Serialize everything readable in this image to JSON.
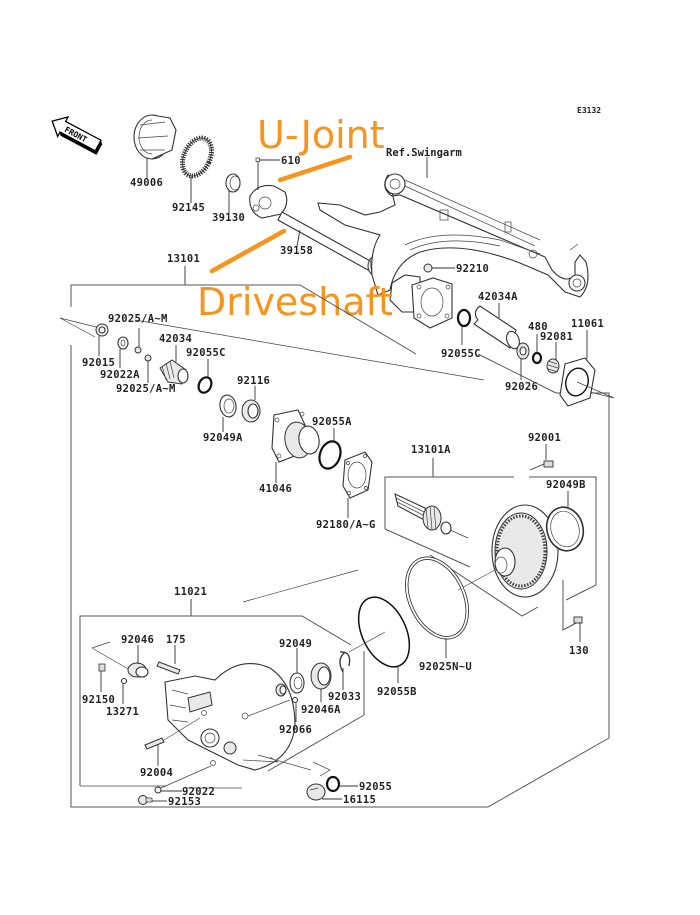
{
  "diagram": {
    "code": "E3132",
    "front_arrow_label": "FRONT",
    "reference_label": "Ref.Swingarm",
    "annotations": {
      "ujoint": "U-Joint",
      "driveshaft": "Driveshaft",
      "color": "#F7941D"
    },
    "parts": {
      "p49006": "49006",
      "p92145": "92145",
      "p39130": "39130",
      "p610": "610",
      "p39158": "39158",
      "p13101": "13101",
      "p92210": "92210",
      "p42034A": "42034A",
      "p480": "480",
      "p11061": "11061",
      "p92081": "92081",
      "p92055C_r": "92055C",
      "p92026": "92026",
      "p92025AM_1": "92025/A~M",
      "p92015": "92015",
      "p92022A": "92022A",
      "p92025AM_2": "92025/A~M",
      "p42034": "42034",
      "p92055C_l": "92055C",
      "p92116": "92116",
      "p92049A": "92049A",
      "p92055A": "92055A",
      "p41046": "41046",
      "p92180": "92180/A~G",
      "p13101A": "13101A",
      "p92001": "92001",
      "p92049B": "92049B",
      "p130": "130",
      "p92025NU": "92025N~U",
      "p92055B": "92055B",
      "p11021": "11021",
      "p92046": "92046",
      "p175": "175",
      "p92049": "92049",
      "p92150": "92150",
      "p13271": "13271",
      "p92033": "92033",
      "p92046A": "92046A",
      "p92066": "92066",
      "p92004": "92004",
      "p92022": "92022",
      "p92153": "92153",
      "p92055": "92055",
      "p16115": "16115"
    }
  }
}
